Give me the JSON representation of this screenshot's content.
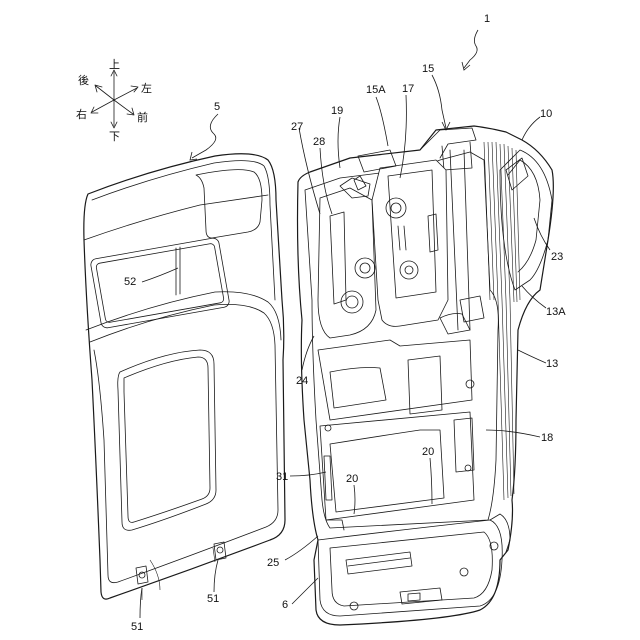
{
  "figure": {
    "compass": {
      "up": "上",
      "down": "下",
      "left": "左",
      "right": "右",
      "front": "前",
      "rear": "後"
    },
    "labels": {
      "l1": "1",
      "l5": "5",
      "l6": "6",
      "l10": "10",
      "l13": "13",
      "l13A": "13A",
      "l15": "15",
      "l15A": "15A",
      "l17": "17",
      "l18": "18",
      "l19": "19",
      "l20a": "20",
      "l20b": "20",
      "l23": "23",
      "l24": "24",
      "l25": "25",
      "l27": "27",
      "l28": "28",
      "l31": "31",
      "l51a": "51",
      "l51b": "51",
      "l52": "52"
    }
  }
}
